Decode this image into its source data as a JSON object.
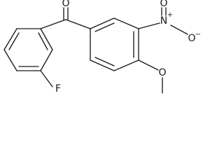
{
  "structure": {
    "atoms": {
      "carbonyl_o": "O",
      "fluorine": "F",
      "nitro_n": "N",
      "nitro_n_charge": "+",
      "nitro_o_double": "O",
      "nitro_o_single": "O",
      "nitro_o_charge": "−",
      "methoxy_o": "O"
    }
  }
}
